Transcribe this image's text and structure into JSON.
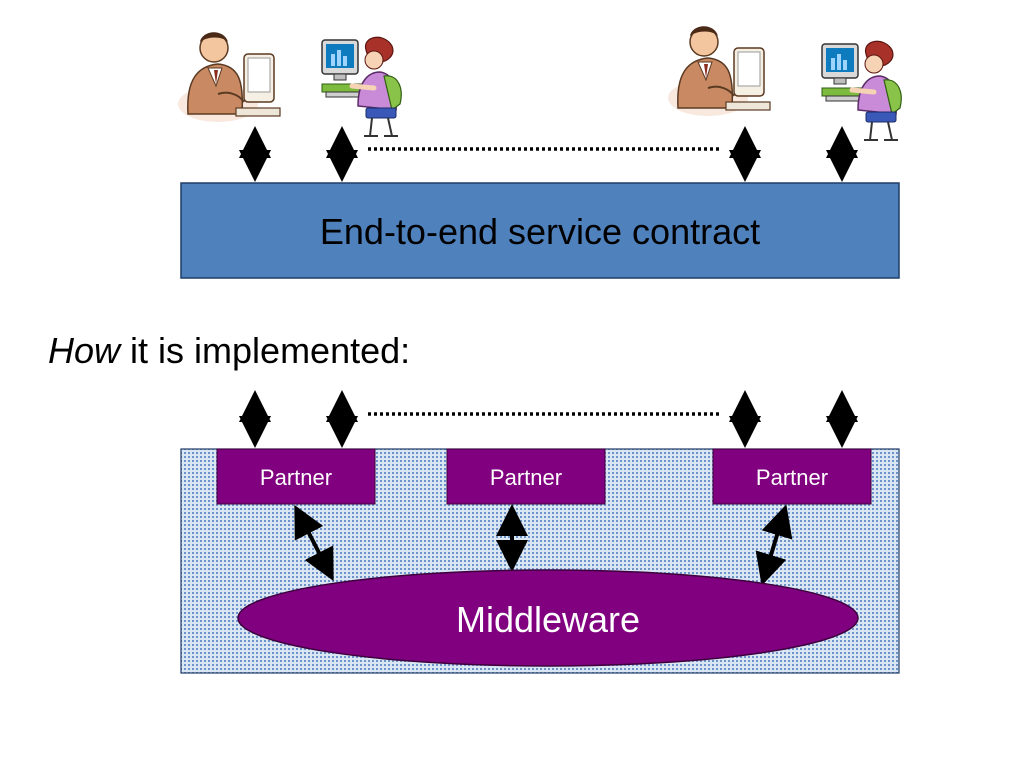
{
  "contract": {
    "label": "End-to-end service contract"
  },
  "caption": {
    "emphasis": "How",
    "rest": " it is implemented:"
  },
  "partners": [
    {
      "label": "Partner"
    },
    {
      "label": "Partner"
    },
    {
      "label": "Partner"
    }
  ],
  "middleware": {
    "label": "Middleware"
  },
  "icons": [
    "businessman-at-computer-icon",
    "woman-at-computer-icon",
    "businessman-at-computer-icon",
    "woman-at-computer-icon"
  ],
  "colors": {
    "contract_fill": "#4f81bd",
    "partner_fill": "#800080",
    "middleware_fill": "#800080",
    "dotted_bg": "#c5d5ea"
  }
}
